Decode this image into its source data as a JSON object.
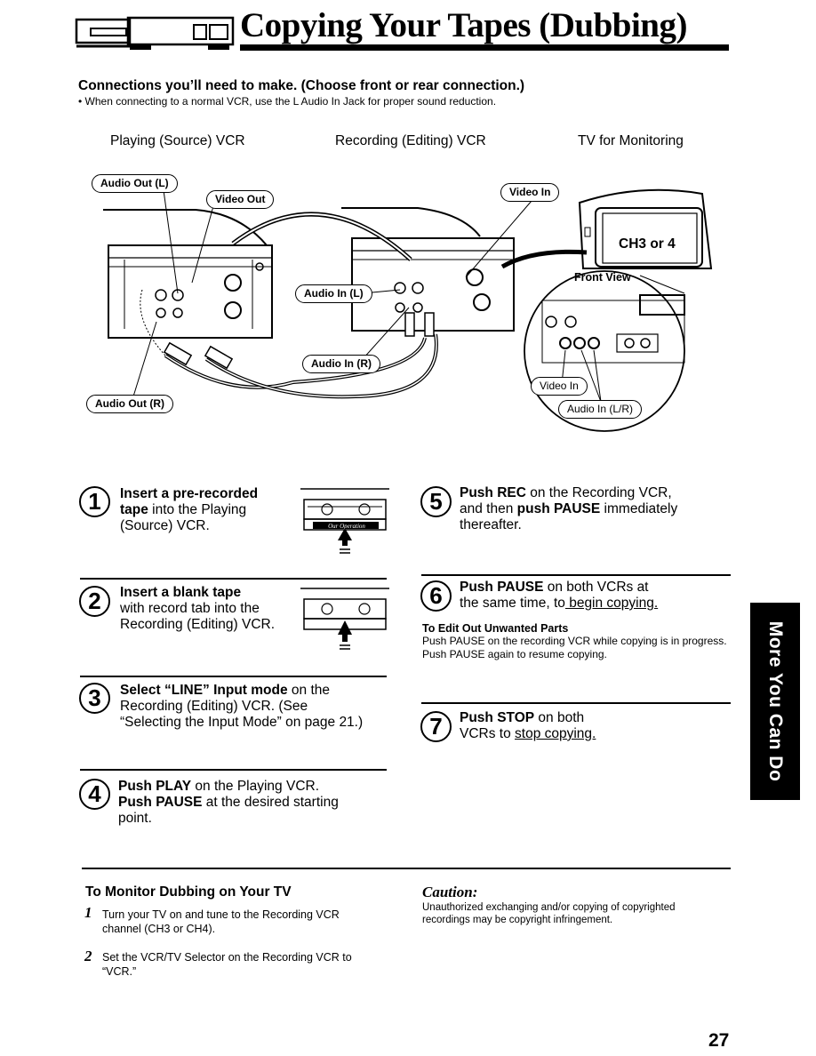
{
  "header": {
    "title": "Copying Your Tapes (Dubbing)",
    "icon": "vcr-icon"
  },
  "connections": {
    "heading": "Connections you’ll need to make. (Choose front or rear connection.)",
    "note": "• When connecting to a normal VCR, use the L Audio In Jack for proper sound reduction."
  },
  "devices": {
    "source": "Playing (Source) VCR",
    "recording": "Recording (Editing) VCR",
    "tv": "TV for Monitoring"
  },
  "diagram": {
    "audio_out_l": "Audio Out (L)",
    "video_out": "Video Out",
    "video_in": "Video In",
    "audio_in_l": "Audio In (L)",
    "audio_in_r": "Audio In (R)",
    "audio_out_r": "Audio Out (R)",
    "tv_screen": "CH3 or 4",
    "front_view": "Front View",
    "front_video_in": "Video In",
    "front_audio_in": "Audio In (L/R)",
    "cassette_label": "Our Operation"
  },
  "steps": [
    {
      "num": "1",
      "bold1": "Insert a pre-recorded",
      "line2_bold": "tape",
      "line2_rest": " into the Playing",
      "line3": "(Source) VCR."
    },
    {
      "num": "2",
      "bold1": "Insert a blank tape",
      "line2": "with record tab into the",
      "line3": "Recording (Editing) VCR."
    },
    {
      "num": "3",
      "bold1": "Select “LINE” Input mode",
      "line1_rest": " on the",
      "line2": "Recording (Editing) VCR. (See",
      "line3": "“Selecting the Input Mode” on page 21.)"
    },
    {
      "num": "4",
      "bold1": "Push PLAY",
      "line1_rest": " on the Playing VCR.",
      "line2_bold": "Push PAUSE",
      "line2_rest": " at the desired starting",
      "line3": "point."
    },
    {
      "num": "5",
      "bold1": "Push REC",
      "line1_rest": " on the Recording VCR,",
      "line2_pre": "and then ",
      "line2_bold": "push PAUSE",
      "line2_rest": " immediately",
      "line3": "thereafter."
    },
    {
      "num": "6",
      "bold1": "Push PAUSE",
      "line1_rest": " on both VCRs at",
      "line2_pre": "the same time, to",
      "line2_u": " begin copying."
    },
    {
      "num": "7",
      "bold1": "Push STOP",
      "line1_rest": " on both",
      "line2_pre": "VCRs to ",
      "line2_u": "stop copying."
    }
  ],
  "edit": {
    "title": "To Edit Out Unwanted Parts",
    "body": "Push PAUSE on the recording VCR while copying is in progress. Push PAUSE again to resume copying."
  },
  "monitor": {
    "title": "To Monitor Dubbing on Your TV",
    "items": [
      {
        "num": "1",
        "text": "Turn your TV on and tune to the Recording VCR channel (CH3 or CH4)."
      },
      {
        "num": "2",
        "text": "Set the VCR/TV Selector on the Recording VCR to “VCR.”"
      }
    ]
  },
  "caution": {
    "title": "Caution:",
    "body": "Unauthorized exchanging and/or copying of copyrighted recordings may be copyright infringement."
  },
  "side_tab": "More You Can Do",
  "page_number": "27"
}
